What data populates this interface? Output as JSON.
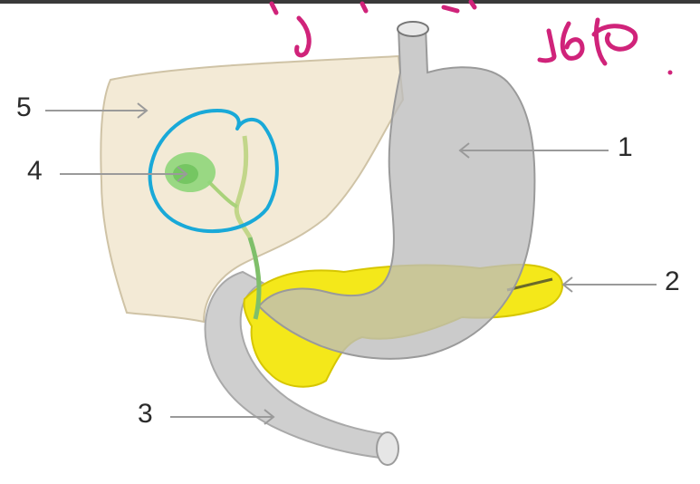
{
  "labels": {
    "l1": "1",
    "l2": "2",
    "l3": "3",
    "l4": "4",
    "l5": "5"
  },
  "colors": {
    "liver": "#f3ead6",
    "stomach": "#c9c9c9",
    "pancreas": "#f2e600",
    "gallbladder": "#8fd67a",
    "highlight_circle": "#19a9d8",
    "annotation_ink": "#d0237a",
    "leader_line": "#9a9a9a",
    "label_text": "#2b2b2b"
  },
  "icons": {
    "handwriting": "magenta-handwritten-scribble",
    "highlight": "blue-hand-drawn-circle"
  }
}
